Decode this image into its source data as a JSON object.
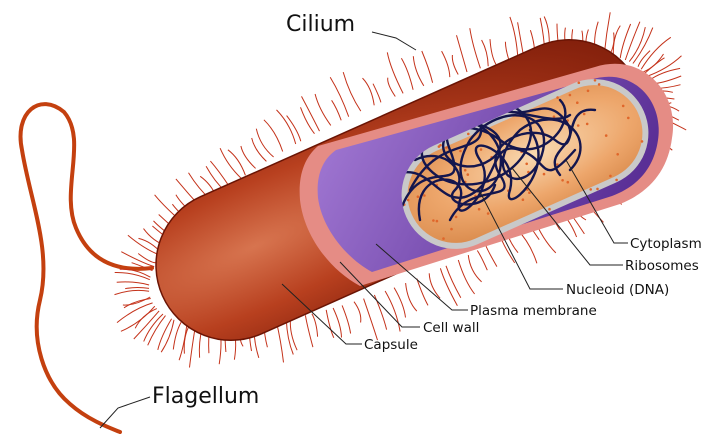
{
  "labels": {
    "cilium": "Cilium",
    "flagellum": "Flagellum",
    "cytoplasm": "Cytoplasm",
    "ribosomes": "Ribosomes",
    "nucleoid": "Nucleoid (DNA)",
    "plasma_membrane": "Plasma membrane",
    "cell_wall": "Cell wall",
    "capsule": "Capsule"
  },
  "colors": {
    "capsule_dark": "#7a1a08",
    "capsule_mid": "#b8401f",
    "capsule_light": "#d7744f",
    "cell_wall_pink": "#e58c85",
    "membrane_purple": "#7c4bb6",
    "cytoplasm_orange": "#eda66b",
    "cytoplasm_light": "#f7d2a8",
    "ribosome_dot": "#e0662a",
    "dna_navy": "#14164e",
    "cilium_red": "#c4321a",
    "flagellum_red": "#c4400f",
    "inner_outline": "#c9c9c9"
  }
}
